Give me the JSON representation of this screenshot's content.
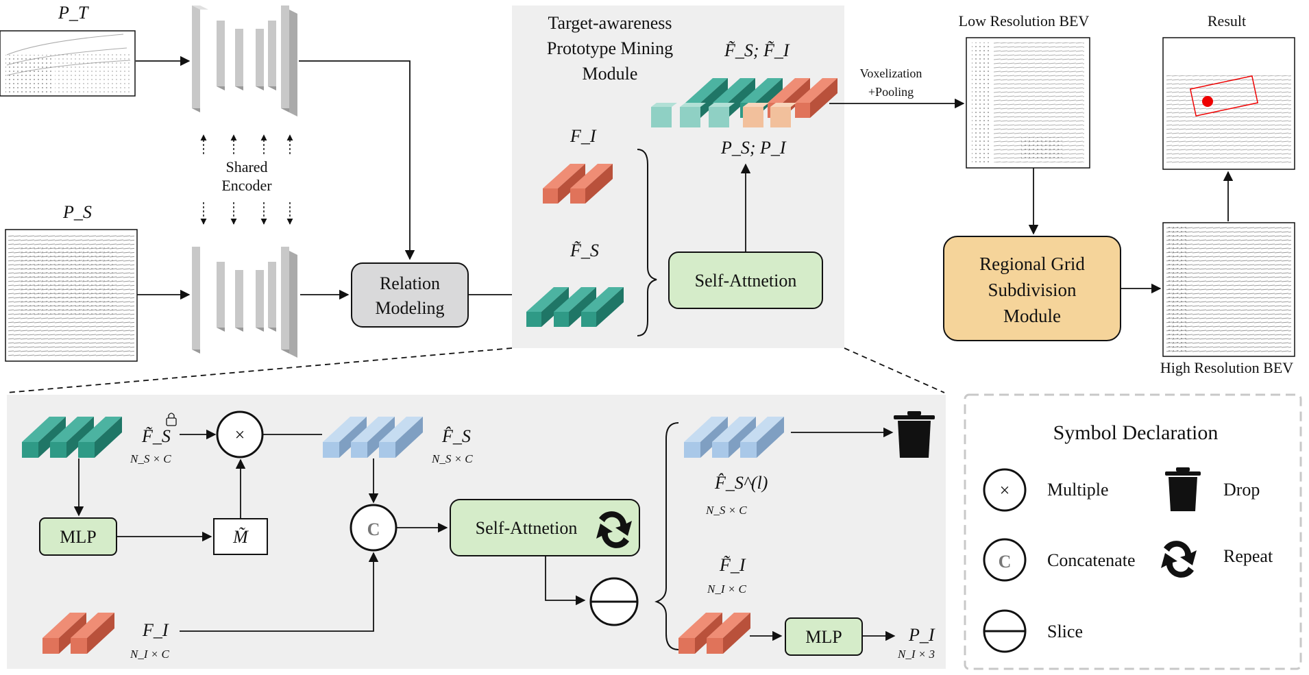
{
  "top": {
    "pt_label": "P_T",
    "ps_label": "P_S",
    "shared_encoder": [
      "Shared",
      "Encoder"
    ],
    "relation_modeling": [
      "Relation",
      "Modeling"
    ],
    "tpm_title": [
      "Target-awareness",
      "Prototype Mining",
      "Module"
    ],
    "fs_fi_label": "F̃_S; F̃_I",
    "fi_label": "F_I",
    "fs_label": "F̃_S",
    "ps_pi_label": "P_S; P_I",
    "self_attention": "Self-Attnetion",
    "voxelization": [
      "Voxelization",
      "+Pooling"
    ],
    "low_res_bev": "Low Resolution BEV",
    "result": "Result",
    "high_res_bev": "High Resolution BEV",
    "rgs_module": [
      "Regional Grid",
      "Subdivision",
      "Module"
    ]
  },
  "detail": {
    "fs_label": "F̃_S",
    "fs_dim": "N_S × C",
    "mlp": "MLP",
    "m_tilde": "M̃",
    "fs_hat_label": "F̂_S",
    "fs_hat_dim": "N_S × C",
    "fi_label": "F_I",
    "fi_dim": "N_I × C",
    "self_attention": "Self-Attnetion",
    "concat_symbol": "C",
    "fs_l_label": "F̂_S^(l)",
    "fs_l_dim": "N_S × C",
    "fi_tilde_label": "F̃_I",
    "fi_tilde_dim": "N_I × C",
    "mlp2": "MLP",
    "pi_label": "P_I",
    "pi_dim": "N_I × 3"
  },
  "legend": {
    "title": "Symbol Declaration",
    "items": [
      {
        "icon": "multiply-icon",
        "label": "Multiple"
      },
      {
        "icon": "drop-icon",
        "label": "Drop"
      },
      {
        "icon": "concatenate-icon",
        "label": "Concatenate"
      },
      {
        "icon": "repeat-icon",
        "label": "Repeat"
      },
      {
        "icon": "slice-icon",
        "label": "Slice"
      }
    ]
  },
  "colors": {
    "teal": "#2f9a86",
    "salmon": "#e0735a",
    "blue": "#a9c8e8",
    "light_teal": "#8fd0c4",
    "peach": "#f2c09c",
    "green_box": "#d5ecc9",
    "orange_box": "#f5d49a",
    "gray_box": "#d9d9da",
    "panel": "#efefef"
  }
}
